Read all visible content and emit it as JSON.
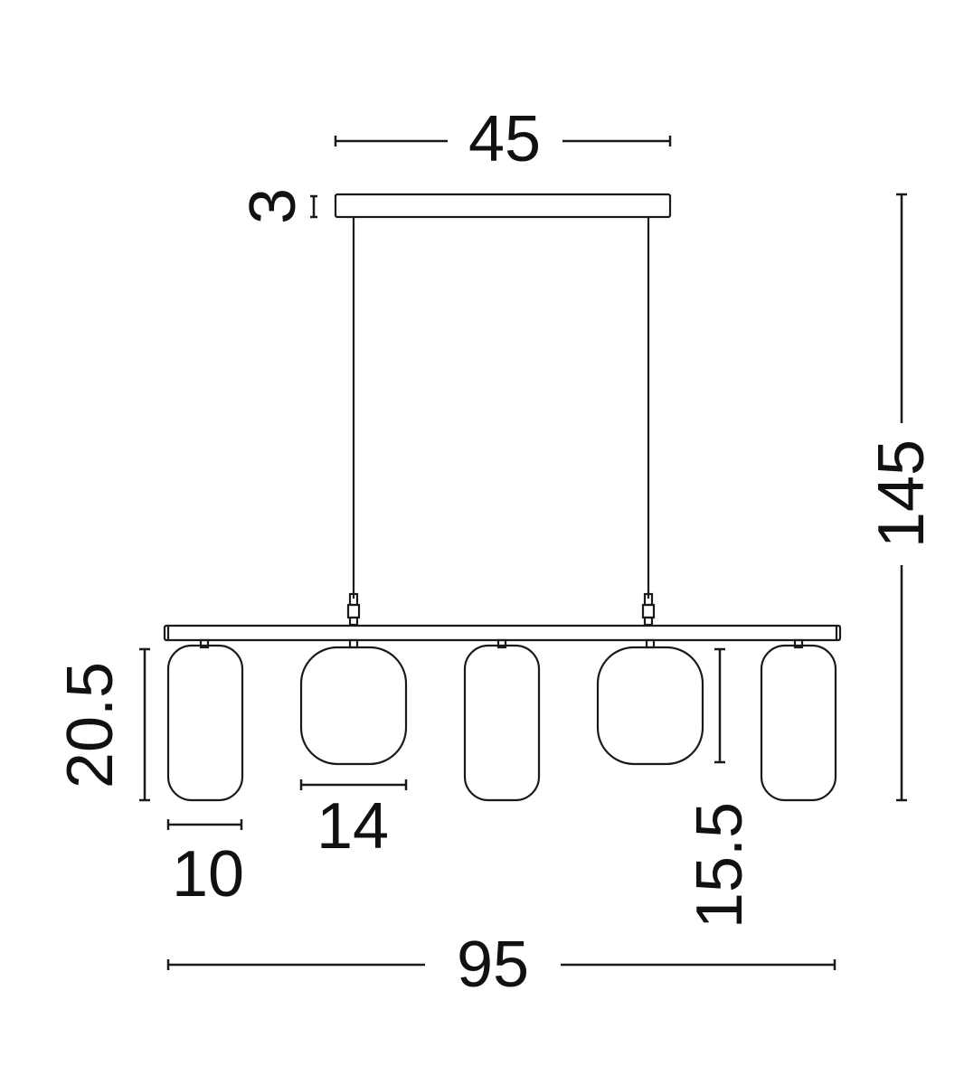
{
  "title": "Pendant lamp dimension drawing",
  "unit_note": "",
  "dimensions": {
    "canopy_width": "45",
    "canopy_height": "3",
    "total_height": "145",
    "tall_shade_height": "20.5",
    "round_shade_width": "14",
    "tall_shade_width": "10",
    "round_shade_height": "15.5",
    "bar_length": "95"
  },
  "colors": {
    "line": "#1a1a1a",
    "background": "#ffffff"
  }
}
